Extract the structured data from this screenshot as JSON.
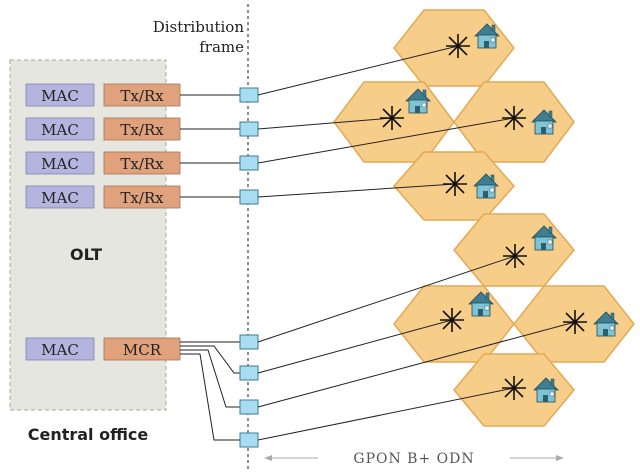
{
  "labels": {
    "distribution": "Distribution",
    "frame": "frame",
    "olt": "OLT",
    "central_office": "Central office",
    "odn": "GPON B+ ODN"
  },
  "mac_rows": [
    {
      "mac": "MAC",
      "port": "Tx/Rx"
    },
    {
      "mac": "MAC",
      "port": "Tx/Rx"
    },
    {
      "mac": "MAC",
      "port": "Tx/Rx"
    },
    {
      "mac": "MAC",
      "port": "Tx/Rx"
    }
  ],
  "mcr_row": {
    "mac": "MAC",
    "port": "MCR"
  },
  "colors": {
    "office_fill": "#e6e6e1",
    "mac_fill": "#b3b5df",
    "port_fill": "#dfa27d",
    "connector_fill": "#a8dcf2",
    "cell_fill": "#f7cd8a",
    "cell_stroke": "#e2a954"
  },
  "icons": [
    "house-icon",
    "star-splitter-icon",
    "connector-icon"
  ]
}
